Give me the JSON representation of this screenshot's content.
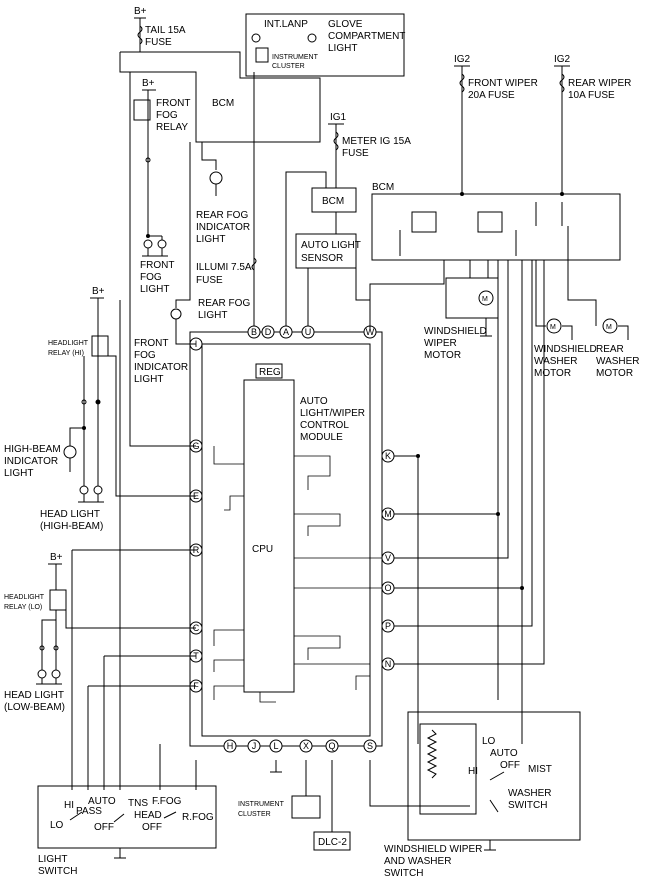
{
  "labels": {
    "b_plus": "B+",
    "tail_fuse_1": "TAIL 15A",
    "tail_fuse_2": "FUSE",
    "int_lamp": "INT.LANP",
    "glove_1": "GLOVE",
    "glove_2": "COMPARTMENT",
    "glove_3": "LIGHT",
    "instrument_cluster_top_1": "INSTRUMENT",
    "instrument_cluster_top_2": "CLUSTER",
    "bcm_top": "BCM",
    "front_fog_relay_1": "FRONT",
    "front_fog_relay_2": "FOG",
    "front_fog_relay_3": "RELAY",
    "ig2": "IG2",
    "front_wiper_fuse_1": "FRONT WIPER",
    "front_wiper_fuse_2": "20A FUSE",
    "rear_wiper_fuse_1": "REAR WIPER",
    "rear_wiper_fuse_2": "10A FUSE",
    "ig1": "IG1",
    "meter_fuse_1": "METER IG 15A",
    "meter_fuse_2": "FUSE",
    "bcm_mid": "BCM",
    "bcm_right": "BCM",
    "rear_fog_ind_1": "REAR FOG",
    "rear_fog_ind_2": "INDICATOR",
    "rear_fog_ind_3": "LIGHT",
    "auto_light_sensor_1": "AUTO LIGHT",
    "auto_light_sensor_2": "SENSOR",
    "front_fog_light_1": "FRONT",
    "front_fog_light_2": "FOG",
    "front_fog_light_3": "LIGHT",
    "illumi_fuse_1": "ILLUMI 7.5A",
    "illumi_fuse_2": "FUSE",
    "rear_fog_light_1": "REAR FOG",
    "rear_fog_light_2": "LIGHT",
    "ws_wiper_motor_1": "WINDSHIELD",
    "ws_wiper_motor_2": "WIPER",
    "ws_wiper_motor_3": "MOTOR",
    "ws_washer_motor_1": "WINDSHIELD",
    "ws_washer_motor_2": "WASHER",
    "ws_washer_motor_3": "MOTOR",
    "rear_washer_motor_1": "REAR",
    "rear_washer_motor_2": "WASHER",
    "rear_washer_motor_3": "MOTOR",
    "headlight_relay_hi_1": "HEADLIGHT",
    "headlight_relay_hi_2": "RELAY (HI)",
    "front_fog_ind_1": "FRONT",
    "front_fog_ind_2": "FOG",
    "front_fog_ind_3": "INDICATOR",
    "front_fog_ind_4": "LIGHT",
    "reg": "REG",
    "module_1": "AUTO",
    "module_2": "LIGHT/WIPER",
    "module_3": "CONTROL",
    "module_4": "MODULE",
    "high_beam_ind_1": "HIGH-BEAM",
    "high_beam_ind_2": "INDICATOR",
    "high_beam_ind_3": "LIGHT",
    "head_light_hi_1": "HEAD LIGHT",
    "head_light_hi_2": "(HIGH-BEAM)",
    "cpu": "CPU",
    "headlight_relay_lo_1": "HEADLIGHT",
    "headlight_relay_lo_2": "RELAY (LO)",
    "head_light_lo_1": "HEAD LIGHT",
    "head_light_lo_2": "(LOW-BEAM)",
    "instrument_cluster_bottom_1": "INSTRUMENT",
    "instrument_cluster_bottom_2": "CLUSTER",
    "dlc2": "DLC-2",
    "ls_hi": "HI",
    "ls_pass": "PASS",
    "ls_auto": "AUTO",
    "ls_tns": "TNS",
    "ls_ffog": "F.FOG",
    "ls_lo": "LO",
    "ls_off": "OFF",
    "ls_head": "HEAD",
    "ls_off2": "OFF",
    "ls_rfog": "R.FOG",
    "light_switch_1": "LIGHT",
    "light_switch_2": "SWITCH",
    "ws_lo": "LO",
    "ws_auto": "AUTO",
    "ws_hi": "HI",
    "ws_off": "OFF",
    "ws_mist": "MIST",
    "washer_switch_1": "WASHER",
    "washer_switch_2": "SWITCH",
    "wws_1": "WINDSHIELD WIPER",
    "wws_2": "AND WASHER",
    "wws_3": "SWITCH"
  },
  "pins_top": [
    "B",
    "D",
    "A",
    "U",
    "W"
  ],
  "pins_left": [
    "I",
    "G",
    "E",
    "R",
    "C",
    "T",
    "F"
  ],
  "pins_right": [
    "K",
    "M",
    "V",
    "O",
    "P",
    "N"
  ],
  "pins_bottom": [
    "H",
    "J",
    "L",
    "X",
    "Q",
    "S"
  ]
}
